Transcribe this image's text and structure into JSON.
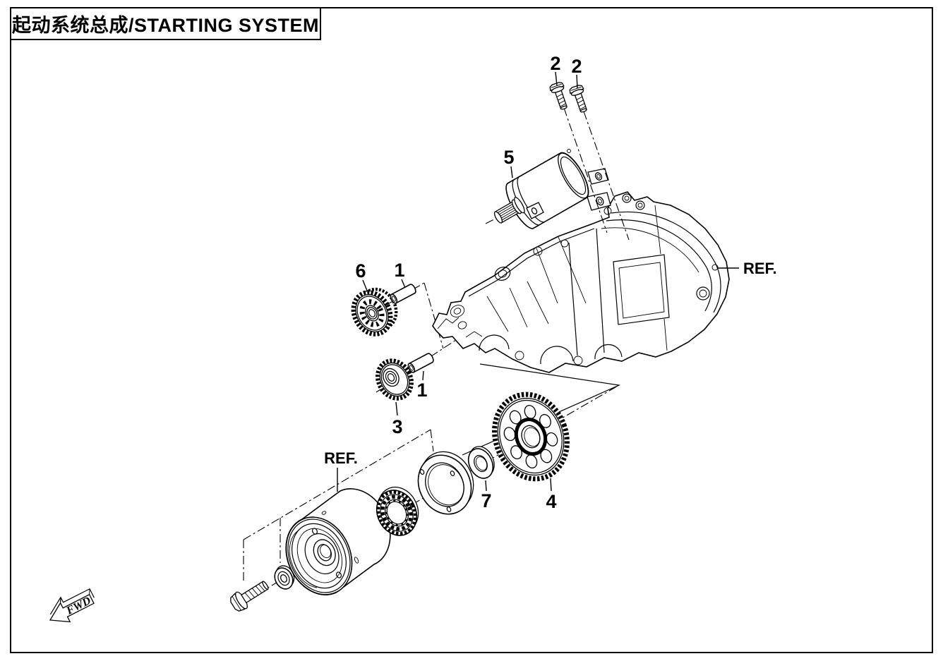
{
  "page": {
    "title": "起动系统总成/STARTING SYSTEM"
  },
  "direction_arrow": {
    "label": "FWD"
  },
  "callouts": {
    "starter_bolt_left": "2",
    "starter_bolt_right": "2",
    "starter_motor": "5",
    "idler_gear": "6",
    "idler_gear_pin": "1",
    "drive_gear": "3",
    "drive_gear_pin": "1",
    "starter_clutch_gear": "4",
    "thrust_washer": "7",
    "crankcase_ref": "REF.",
    "flywheel_ref": "REF."
  }
}
